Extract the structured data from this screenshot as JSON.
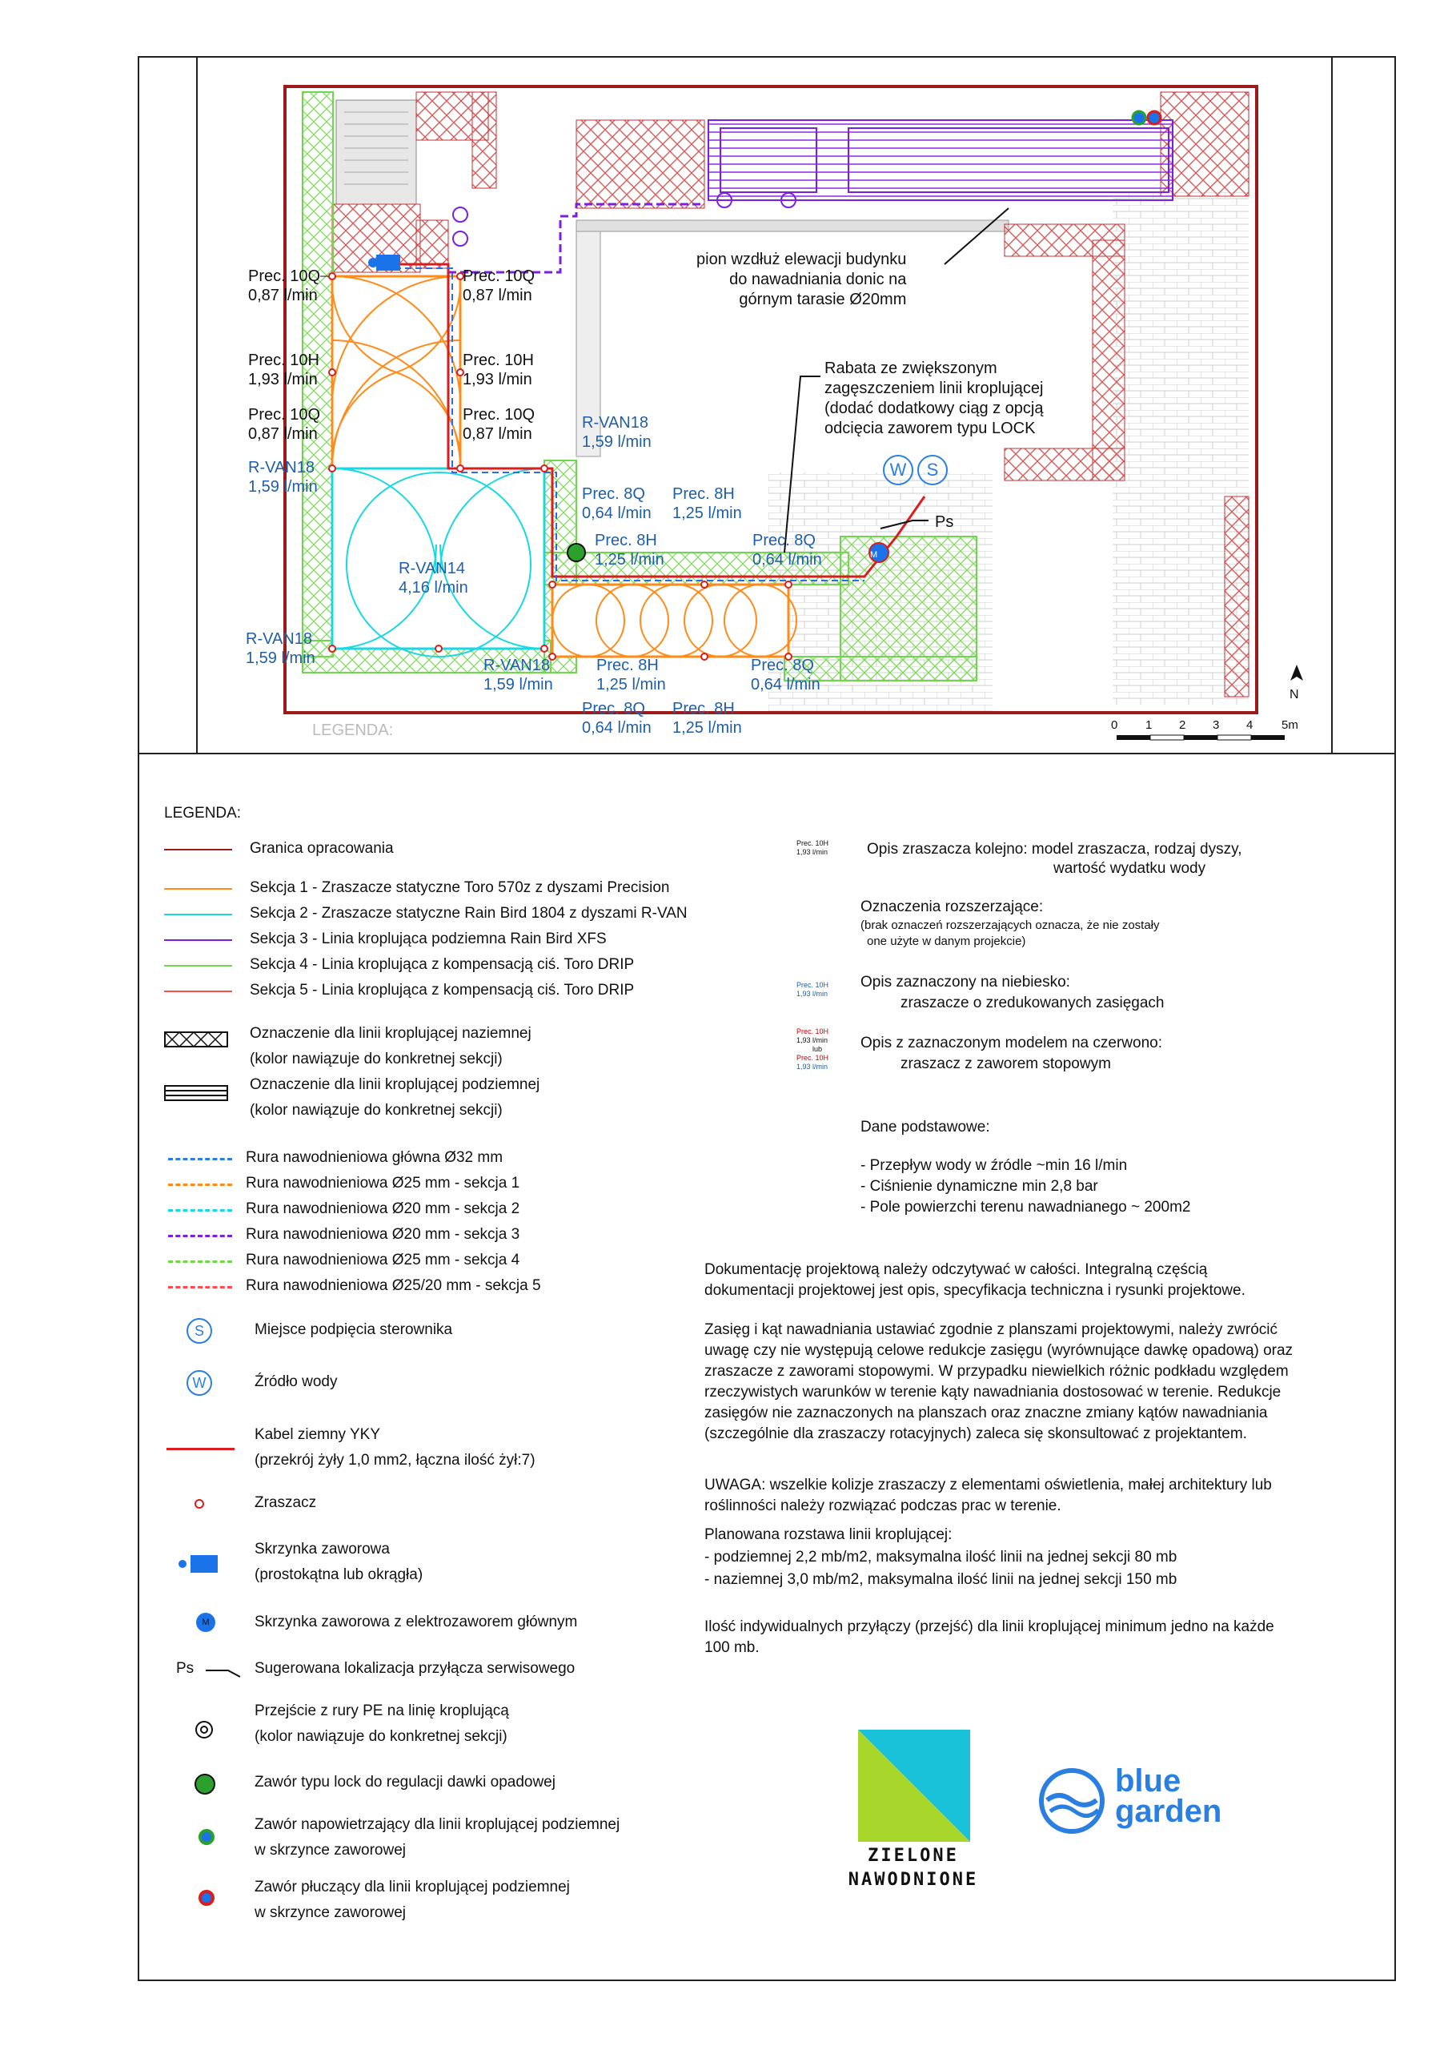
{
  "colors": {
    "section1": "#ff8c1a",
    "section2": "#19d8e0",
    "section3": "#7b1fe0",
    "section4": "#6ed84a",
    "section5": "#ff4d4d",
    "border": "#9b1b1b",
    "blue": "#1f5fa8",
    "cable": "#d81e1e"
  },
  "plan": {
    "labels_left": [
      {
        "name": "Prec. 10Q",
        "value": "0,87 l/min"
      },
      {
        "name": "Prec. 10H",
        "value": "1,93 l/min"
      },
      {
        "name": "Prec. 10Q",
        "value": "0,87 l/min"
      }
    ],
    "labels_right": [
      {
        "name": "Prec. 10Q",
        "value": "0,87 l/min"
      },
      {
        "name": "Prec. 10H",
        "value": "1,93 l/min"
      },
      {
        "name": "Prec. 10Q",
        "value": "0,87 l/min"
      }
    ],
    "rvan18_a": {
      "name": "R-VAN18",
      "value": "1,59 l/min"
    },
    "rvan18_b": {
      "name": "R-VAN18",
      "value": "1,59 l/min"
    },
    "rvan18_c": {
      "name": "R-VAN18",
      "value": "1,59 l/min"
    },
    "rvan18_d": {
      "name": "R-VAN18",
      "value": "1,59 l/min"
    },
    "rvan14": {
      "name": "R-VAN14",
      "value": "4,16 l/min"
    },
    "p8q_a": {
      "name": "Prec. 8Q",
      "value": "0,64 l/min"
    },
    "p8h_a": {
      "name": "Prec. 8H",
      "value": "1,25 l/min"
    },
    "p8h_b": {
      "name": "Prec. 8H",
      "value": "1,25 l/min"
    },
    "p8q_b": {
      "name": "Prec. 8Q",
      "value": "0,64 l/min"
    },
    "p8h_c": {
      "name": "Prec. 8H",
      "value": "1,25 l/min"
    },
    "p8q_c": {
      "name": "Prec. 8Q",
      "value": "0,64 l/min"
    },
    "p8q_d": {
      "name": "Prec. 8Q",
      "value": "0,64 l/min"
    },
    "p8h_d": {
      "name": "Prec. 8H",
      "value": "1,25 l/min"
    },
    "note_pion": "pion wzdłuż elewacji budynku\ndo nawadniania donic na\ngórnym tarasie Ø20mm",
    "note_rabata": "Rabata ze zwiększonym\nzagęszczeniem linii kroplującej\n(dodać dodatkowy ciąg z opcją\nodcięcia zaworem typu LOCK",
    "ps": "Ps",
    "w": "W",
    "s": "S",
    "m": "M",
    "north": "N",
    "legenda_ghost": "LEGENDA:",
    "scale": [
      "0",
      "1",
      "2",
      "3",
      "4",
      "5m"
    ]
  },
  "legend": {
    "title": "LEGENDA:",
    "boundary": "Granica opracowania",
    "sections": [
      "Sekcja 1 - Zraszacze statyczne Toro 570z  z dyszami Precision",
      "Sekcja 2 - Zraszacze statyczne Rain Bird 1804 z dyszami R-VAN",
      "Sekcja 3 - Linia kroplująca podziemna Rain Bird XFS",
      "Sekcja 4 - Linia kroplująca z kompensacją ciś. Toro DRIP",
      "Sekcja 5 - Linia kroplująca z kompensacją ciś. Toro DRIP"
    ],
    "surface_line": [
      "Oznaczenie dla linii kroplującej naziemnej",
      "(kolor nawiązuje do konkretnej sekcji)"
    ],
    "underground_line": [
      "Oznaczenie dla linii kroplującej podziemnej",
      "(kolor nawiązuje do konkretnej sekcji)"
    ],
    "pipes": [
      "Rura nawodnieniowa główna Ø32 mm",
      "Rura nawodnieniowa Ø25 mm - sekcja 1",
      "Rura nawodnieniowa Ø20 mm - sekcja 2",
      "Rura nawodnieniowa Ø20 mm - sekcja 3",
      "Rura nawodnieniowa Ø25 mm - sekcja 4",
      "Rura nawodnieniowa Ø25/20 mm - sekcja 5"
    ],
    "controller": "Miejsce podpięcia sterownika",
    "water_source": "Źródło wody",
    "cable": [
      "Kabel ziemny YKY",
      "(przekrój żyły 1,0 mm2, łączna ilość żył:7)"
    ],
    "sprinkler": "Zraszacz",
    "valve_box": [
      "Skrzynka zaworowa",
      "(prostokątna lub okrągła)"
    ],
    "valve_box_main": "Skrzynka zaworowa z elektrozaworem głównym",
    "service": "Sugerowana lokalizacja przyłącza serwisowego",
    "pe_transition": [
      "Przejście z rury PE na linię kroplującą",
      "(kolor nawiązuje do konkretnej sekcji)"
    ],
    "lock_valve": "Zawór typu lock do regulacji dawki opadowej",
    "air_valve": [
      "Zawór napowietrzający dla linii kroplującej podziemnej",
      "w skrzynce zaworowej"
    ],
    "flush_valve": [
      "Zawór płuczący dla linii kroplującej podziemnej",
      "w skrzynce zaworowej"
    ]
  },
  "right_legend": {
    "desc_sample": [
      "Prec. 10H",
      "1,93 l/min"
    ],
    "desc_title": "Opis zraszacza kolejno:  model zraszacza, rodzaj dyszy,",
    "desc_title2": "wartość wydatku wody",
    "ext_title": "Oznaczenia rozszerzające:",
    "ext_sub": "(brak oznaczeń rozszerzających oznacza, że nie zostały",
    "ext_sub2": "one użyte w danym projekcie)",
    "blue_sample": [
      "Prec. 10H",
      "1,93 l/min"
    ],
    "blue_title": "Opis zaznaczony na niebiesko:",
    "blue_desc": "zraszacze o zredukowanych zasięgach",
    "red_sample": [
      "Prec. 10H",
      "1,93 l/min",
      "lub",
      "Prec. 10H",
      "1,93 l/min"
    ],
    "red_title": "Opis z zaznaczonym modelem na czerwono:",
    "red_desc": "zraszacz z zaworem stopowym",
    "basic_title": "Dane podstawowe:",
    "basic": [
      "- Przepływ wody w źródle ~min 16 l/min",
      "- Ciśnienie dynamiczne min 2,8 bar",
      "- Pole powierzchi terenu nawadnianego ~ 200m2"
    ],
    "para1": [
      "Dokumentację  projektową  należy  odczytywać  w  całości.  Integralną  częścią",
      "dokumentacji projektowej jest opis, specyfikacja techniczna i rysunki projektowe."
    ],
    "para2": [
      "Zasięg i kąt nawadniania ustawiać zgodnie z planszami projektowymi, należy zwrócić",
      "uwagę czy nie występują celowe redukcje zasięgu (wyrównujące dawkę opadową) oraz",
      "zraszacze z zaworami stopowymi. W przypadku niewielkich różnic podkładu względem",
      "rzeczywistych warunków w terenie kąty nawadniania dostosować w terenie. Redukcje",
      "zasięgów nie zaznaczonych na planszach oraz znaczne zmiany kątów nawadniania",
      "(szczególnie dla zraszaczy rotacyjnych) zaleca się skonsultować z projektantem."
    ],
    "para3": [
      "UWAGA: wszelkie kolizje zraszaczy z elementami oświetlenia, małej architektury lub",
      "roślinności należy rozwiązać podczas prac w terenie."
    ],
    "para4": [
      "Planowana rozstawa linii kroplującej:",
      "- podziemnej 2,2 mb/m2, maksymalna ilość linii na jednej sekcji 80 mb",
      "- naziemnej 3,0 mb/m2, maksymalna ilość linii na jednej sekcji 150 mb"
    ],
    "para5": [
      "Ilość indywidualnych przyłączy (przejść) dla linii kroplującej minimum jedno na każde",
      "100 mb."
    ]
  },
  "logos": {
    "zielone_1": "ZIELONE",
    "zielone_2": "NAWODNIONE",
    "blue_1": "blue",
    "blue_2": "garden"
  }
}
